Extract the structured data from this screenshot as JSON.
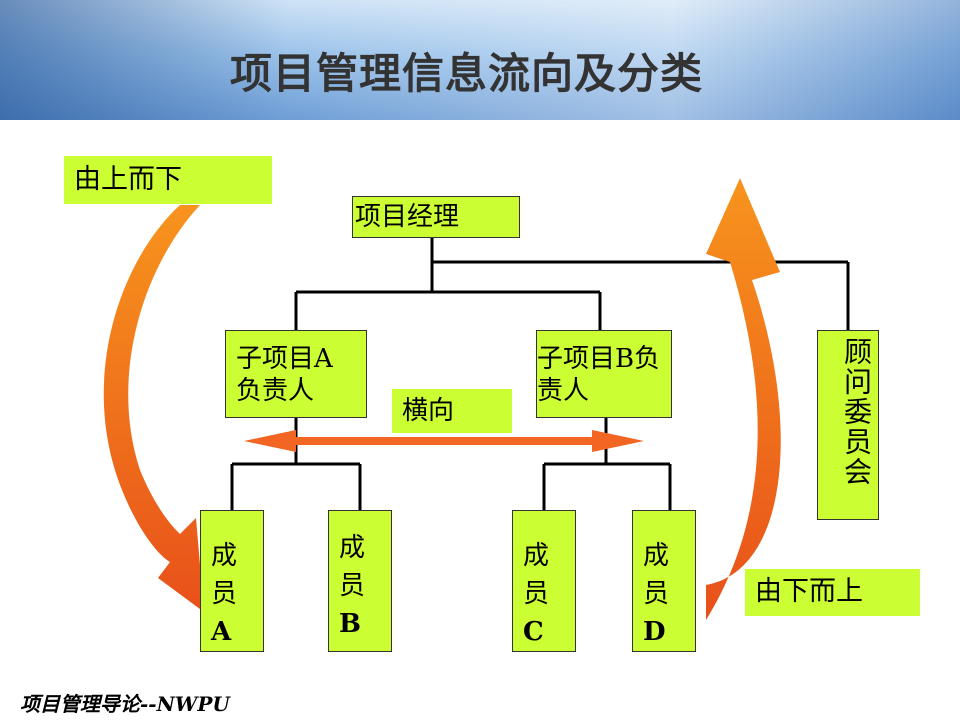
{
  "title": "项目管理信息流向及分类",
  "nodes": {
    "manager": "项目经理",
    "sub_a_line1": "子项目A",
    "sub_a_line2": "负责人",
    "sub_b_line1": "子项目B负",
    "sub_b_line2": "责人",
    "advisory": "顾问委员会",
    "member_a": {
      "c1": "成",
      "c2": "员",
      "c3": "A"
    },
    "member_b": {
      "c1": "成",
      "c2": "员",
      "c3": "B"
    },
    "member_c": {
      "c1": "成",
      "c2": "员",
      "c3": "C"
    },
    "member_d": {
      "c1": "成",
      "c2": "员",
      "c3": "D"
    }
  },
  "labels": {
    "top_down": "由上而下",
    "bottom_up": "由下而上",
    "horizontal": "横向"
  },
  "footer": "项目管理导论--NWPU",
  "colors": {
    "box_fill": "#ccff33",
    "arrow": "#f26522",
    "line": "#000000"
  }
}
